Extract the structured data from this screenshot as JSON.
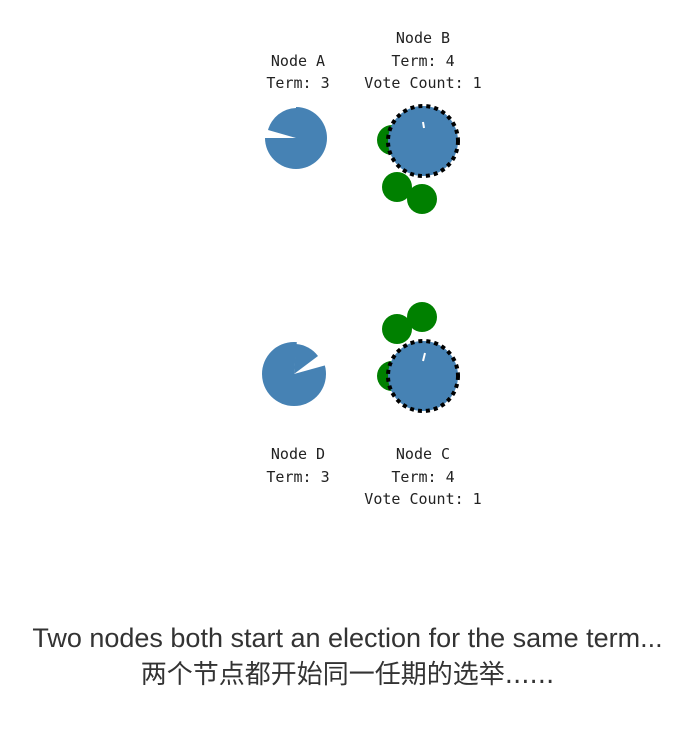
{
  "nodes": {
    "a": {
      "name": "Node A",
      "term": "Term: 3",
      "vote_count": ""
    },
    "b": {
      "name": "Node B",
      "term": "Term: 4",
      "vote_count": "Vote Count: 1"
    },
    "c": {
      "name": "Node C",
      "term": "Term: 4",
      "vote_count": "Vote Count: 1"
    },
    "d": {
      "name": "Node D",
      "term": "Term: 3",
      "vote_count": ""
    }
  },
  "caption": {
    "english": "Two nodes both start an election for the same term...",
    "chinese": "两个节点都开始同一任期的选举......"
  },
  "colors": {
    "node": "#4682b4",
    "message": "#008000",
    "candidate_ring": "#000000"
  }
}
